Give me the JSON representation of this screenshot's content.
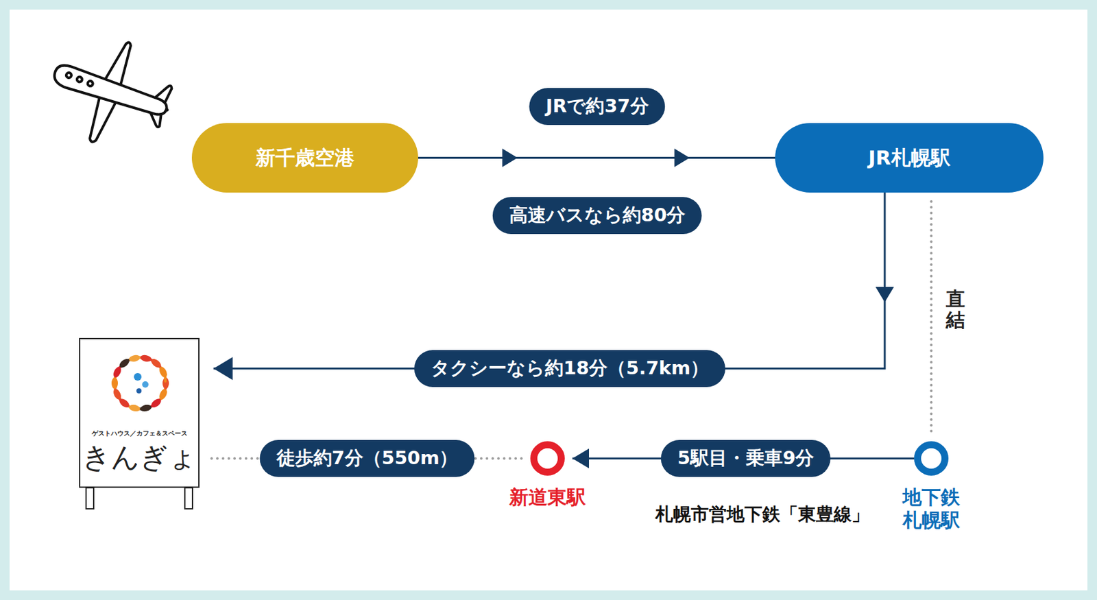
{
  "diagram": {
    "nodes": [
      {
        "text": [
          "新千歳空港"
        ]
      },
      {
        "text": [
          "JR札幌駅"
        ]
      },
      {
        "text": [
          "ゲストハウス／カフェ＆スペース",
          "きんぎょ"
        ]
      },
      {
        "text": [
          "地下鉄 札幌駅"
        ]
      },
      {
        "text": [
          "新道東駅"
        ]
      }
    ],
    "edges": [
      {
        "from": 0,
        "to": 1,
        "arrow": "to",
        "label": "JRで約37分"
      },
      {
        "from": 1,
        "to": 2,
        "arrow": "to",
        "label": "タクシーなら約18分（5.7km）"
      },
      {
        "from": 1,
        "to": 3,
        "arrow": "none",
        "label": "直結"
      },
      {
        "from": 3,
        "to": 4,
        "arrow": "to",
        "label": "5駅目・乗車9分"
      },
      {
        "from": 4,
        "to": 2,
        "arrow": "none",
        "label": "徒歩約7分（550m）"
      }
    ],
    "labels": [
      "高速バスなら約80分",
      "札幌市営地下鉄「東豊線」"
    ]
  }
}
